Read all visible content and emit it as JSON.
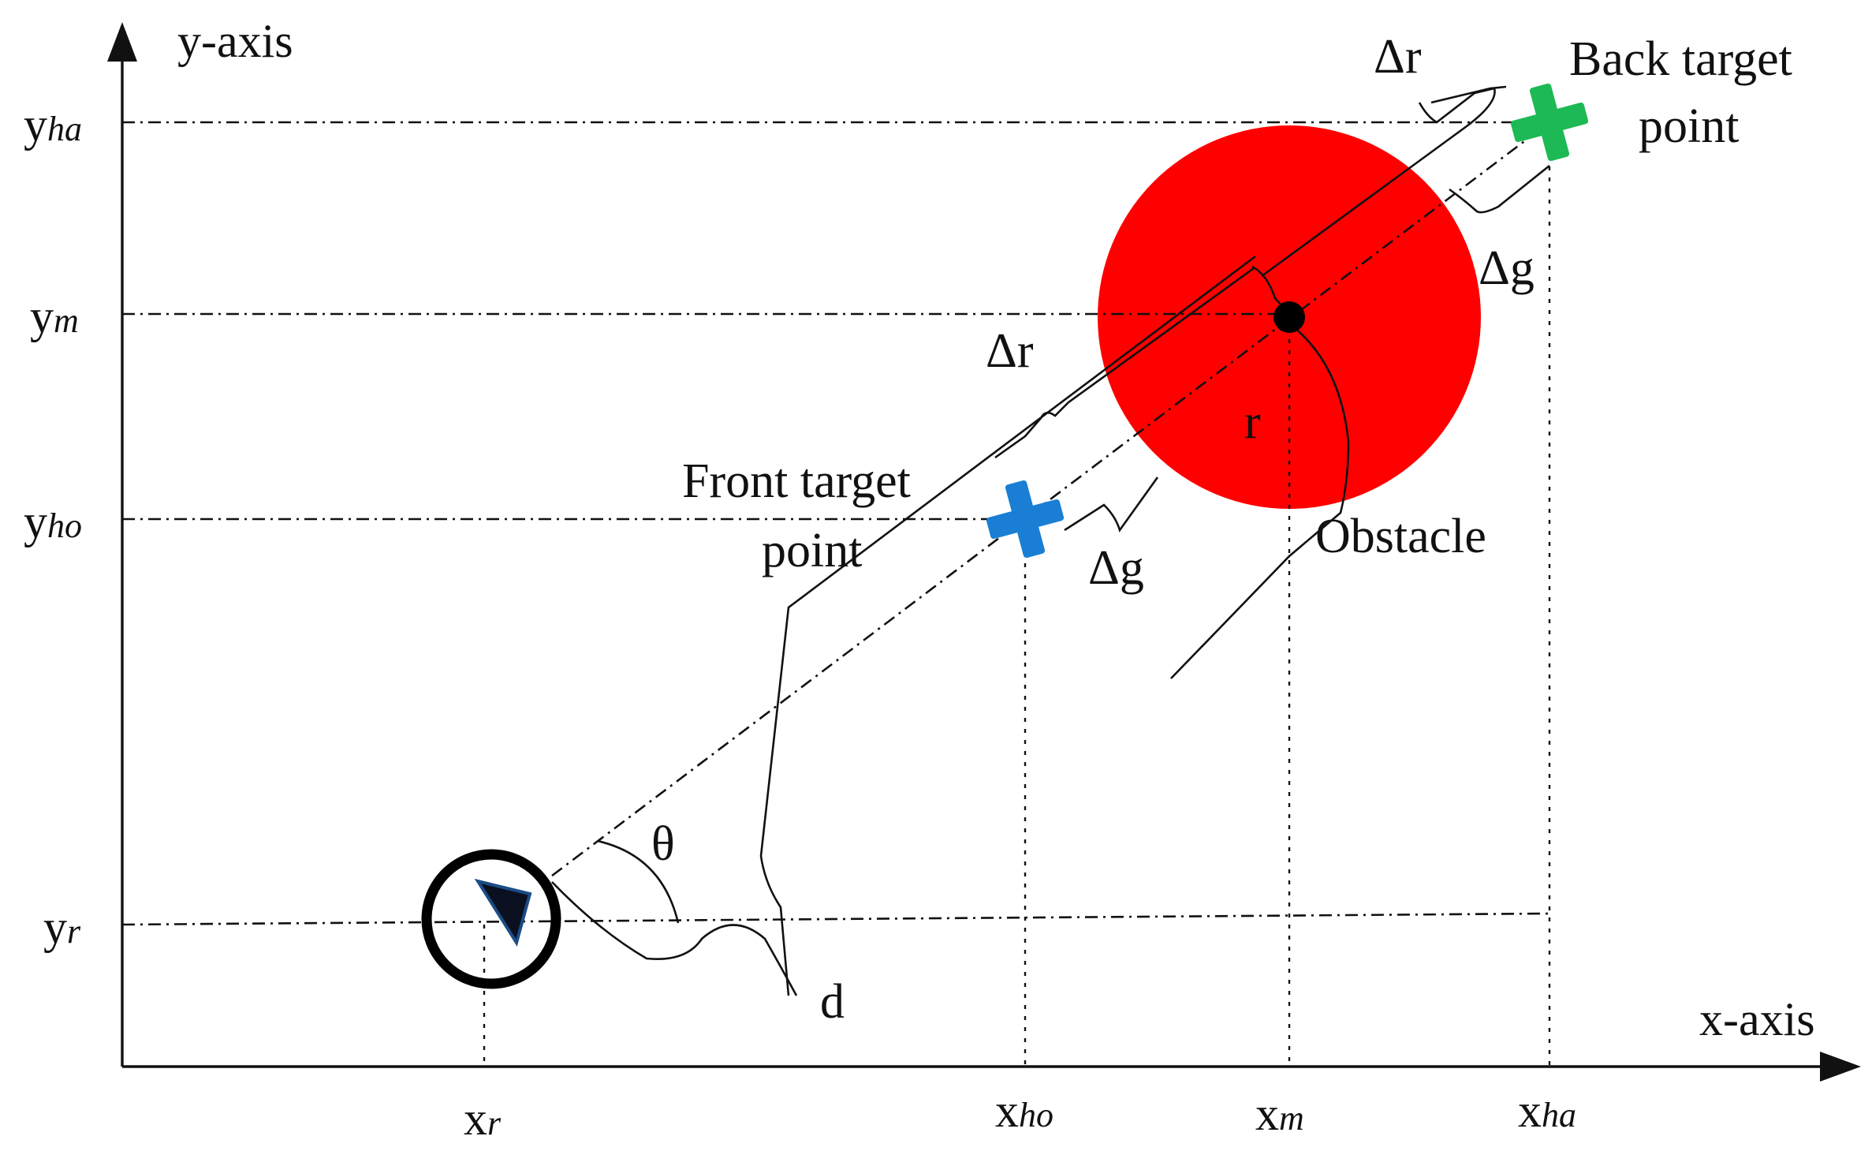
{
  "axes": {
    "x_label": "x-axis",
    "y_label": "y-axis"
  },
  "ticks": {
    "x": [
      {
        "base": "x",
        "sub": "r"
      },
      {
        "base": "x",
        "sub": "ho"
      },
      {
        "base": "x",
        "sub": "m"
      },
      {
        "base": "x",
        "sub": "ha"
      }
    ],
    "y": [
      {
        "base": "y",
        "sub": "ha"
      },
      {
        "base": "y",
        "sub": "m"
      },
      {
        "base": "y",
        "sub": "ho"
      },
      {
        "base": "y",
        "sub": "r"
      }
    ]
  },
  "labels": {
    "back_target_line1": "Back target",
    "back_target_line2": "point",
    "front_target_line1": "Front target",
    "front_target_line2": "point",
    "obstacle": "Obstacle",
    "delta_r": "Δr",
    "delta_g": "Δg",
    "radius": "r",
    "theta": "θ",
    "distance": "d"
  },
  "colors": {
    "obstacle": "#ff0000",
    "front_target": "#1a7fd4",
    "back_target": "#1db954",
    "robot_ring": "#000000",
    "robot_arrow": "#0a1020"
  },
  "icons": {
    "front_target": "plus-cross-icon",
    "back_target": "plus-cross-icon",
    "robot": "robot-arrow-icon"
  }
}
